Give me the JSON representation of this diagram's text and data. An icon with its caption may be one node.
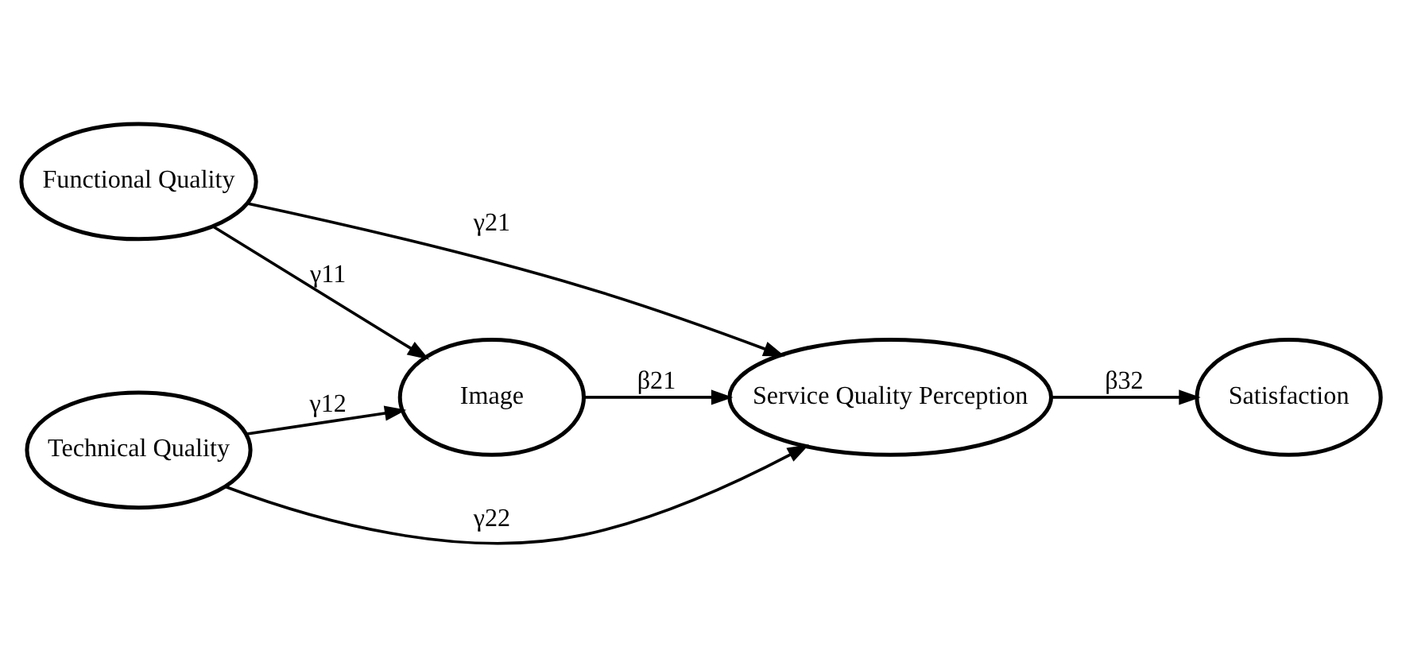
{
  "diagram": {
    "nodes": [
      {
        "text": [
          "Functional Quality"
        ]
      },
      {
        "text": [
          "Technical Quality"
        ]
      },
      {
        "text": [
          "Image"
        ]
      },
      {
        "text": [
          "Service Quality Perception"
        ]
      },
      {
        "text": [
          "Satisfaction"
        ]
      }
    ],
    "edges": [
      {
        "from": 0,
        "to": 2,
        "arrow": "to",
        "label": "γ11"
      },
      {
        "from": 0,
        "to": 3,
        "arrow": "to",
        "label": "γ21"
      },
      {
        "from": 1,
        "to": 2,
        "arrow": "to",
        "label": "γ12"
      },
      {
        "from": 1,
        "to": 3,
        "arrow": "to",
        "label": "γ22"
      },
      {
        "from": 2,
        "to": 3,
        "arrow": "to",
        "label": "β21"
      },
      {
        "from": 3,
        "to": 4,
        "arrow": "to",
        "label": "β32"
      }
    ]
  }
}
